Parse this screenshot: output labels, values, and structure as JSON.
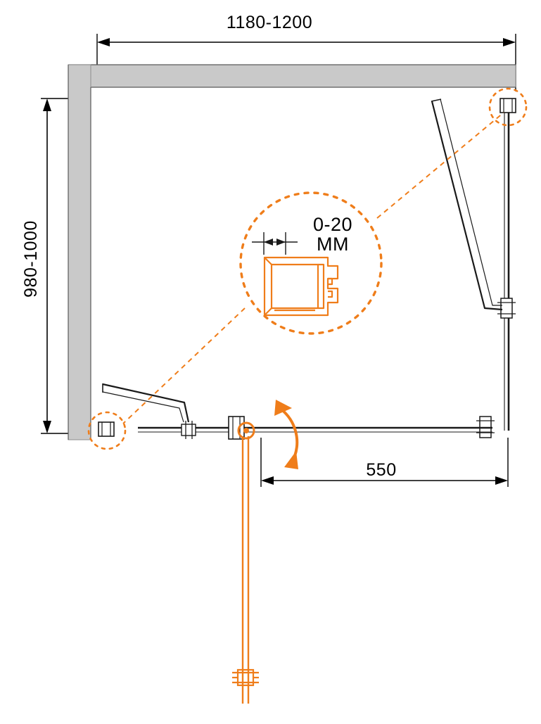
{
  "diagram": {
    "type": "technical-drawing",
    "subject": "shower-enclosure-plan-view",
    "colors": {
      "outline": "#1a1a1a",
      "accent": "#ef7d1a",
      "wall_fill": "#c9c9c9",
      "glass": "#ffffff",
      "background": "#ffffff"
    },
    "dimensions": {
      "width": {
        "label": "1180-1200",
        "position": "top",
        "units_implied": "mm"
      },
      "height": {
        "label": "980-1000",
        "position": "left",
        "units_implied": "mm"
      },
      "door": {
        "label": "550",
        "position": "bottom-right",
        "units_implied": "mm"
      }
    },
    "callout": {
      "line1": "0-20",
      "line2": "ММ",
      "description": "adjustment-profile-detail"
    },
    "swing_arrow": {
      "name": "door-swing-arc"
    }
  }
}
